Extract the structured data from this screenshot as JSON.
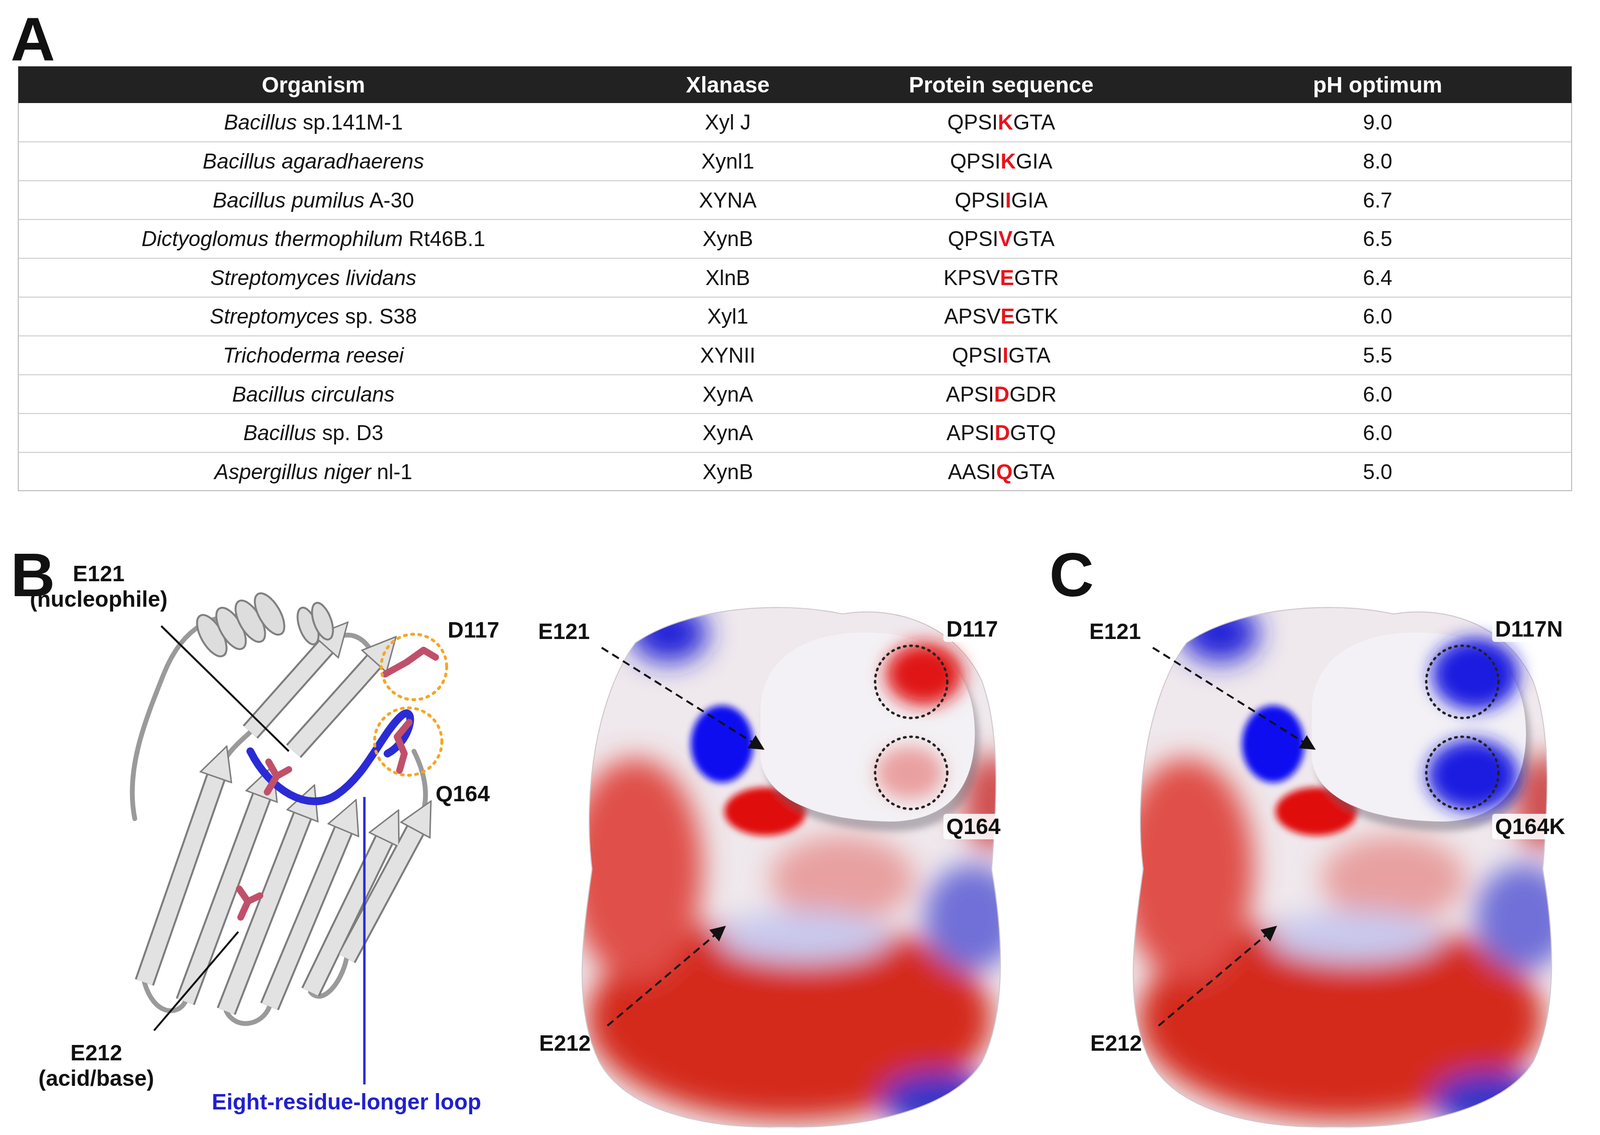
{
  "diagram": {
    "labels": [
      "A",
      "Organism",
      "Xlanase",
      "Protein sequence",
      "pH optimum",
      "Bacillus sp.141M-1",
      "Xyl J",
      "QPSIKGTA",
      "9.0",
      "Bacillus agaradhaerens",
      "Xynl1",
      "QPSIKGIA",
      "8.0",
      "Bacillus pumilus A-30",
      "XYNA",
      "QPSIIGIA",
      "6.7",
      "Dictyoglomus thermophilum Rt46B.1",
      "XynB",
      "QPSIVGTA",
      "6.5",
      "Streptomyces lividans",
      "XlnB",
      "KPSVEGTR",
      "6.4",
      "Streptomyces sp. S38",
      "Xyl1",
      "APSVEGTK",
      "6.0",
      "Trichoderma reesei",
      "XYNII",
      "QPSIIGTA",
      "5.5",
      "Bacillus circulans",
      "XynA",
      "APSIDGDR",
      "6.0",
      "Bacillus sp. D3",
      "XynA",
      "APSIDGTQ",
      "6.0",
      "Aspergillus niger nl-1",
      "XynB",
      "AASIQGTA",
      "5.0",
      "B",
      "E121 (nucleophile)",
      "D117",
      "Q164",
      "E212 (acid/base)",
      "Eight-residue-longer loop",
      "E121",
      "D117",
      "Q164",
      "E212",
      "C",
      "E121",
      "D117N",
      "Q164K",
      "E212"
    ]
  }
}
